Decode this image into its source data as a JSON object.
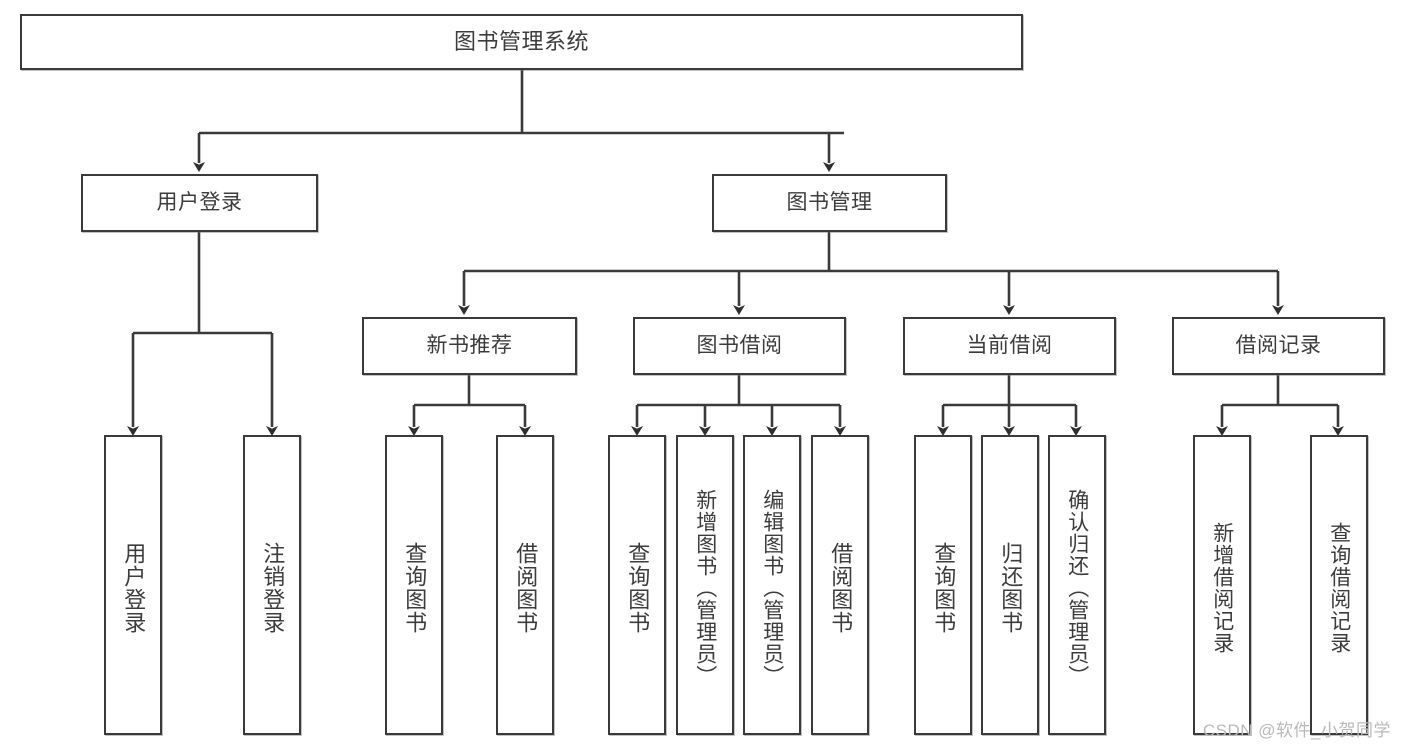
{
  "diagram": {
    "type": "tree",
    "title": "图书管理系统",
    "watermark": "CSDN @软件_小贺同学",
    "colors": {
      "stroke": "#3a3a3a",
      "fill": "#ffffff",
      "text": "#3c3c3c",
      "watermark": "#b9b9b9"
    },
    "root": {
      "label": "图书管理系统"
    },
    "level1": [
      {
        "id": "user-login",
        "label": "用户登录"
      },
      {
        "id": "book-manage",
        "label": "图书管理"
      }
    ],
    "level2": [
      {
        "id": "new-book-rec",
        "label": "新书推荐",
        "parent": "book-manage"
      },
      {
        "id": "book-borrow",
        "label": "图书借阅",
        "parent": "book-manage"
      },
      {
        "id": "current-borrow",
        "label": "当前借阅",
        "parent": "book-manage"
      },
      {
        "id": "borrow-record",
        "label": "借阅记录",
        "parent": "book-manage"
      }
    ],
    "leaves": {
      "user-login": [
        {
          "id": "leaf-user-login",
          "label": "用户登录"
        },
        {
          "id": "leaf-logout",
          "label": "注销登录"
        }
      ],
      "new-book-rec": [
        {
          "id": "leaf-query-book-1",
          "label": "查询图书"
        },
        {
          "id": "leaf-borrow-book-1",
          "label": "借阅图书"
        }
      ],
      "book-borrow": [
        {
          "id": "leaf-query-book-2",
          "label": "查询图书"
        },
        {
          "id": "leaf-add-book",
          "label": "新增图书（管理员）"
        },
        {
          "id": "leaf-edit-book",
          "label": "编辑图书（管理员）"
        },
        {
          "id": "leaf-borrow-book-2",
          "label": "借阅图书"
        }
      ],
      "current-borrow": [
        {
          "id": "leaf-query-book-3",
          "label": "查询图书"
        },
        {
          "id": "leaf-return-book",
          "label": "归还图书"
        },
        {
          "id": "leaf-confirm-return",
          "label": "确认归还（管理员）"
        }
      ],
      "borrow-record": [
        {
          "id": "leaf-add-record",
          "label": "新增借阅记录"
        },
        {
          "id": "leaf-query-record",
          "label": "查询借阅记录"
        }
      ]
    }
  }
}
